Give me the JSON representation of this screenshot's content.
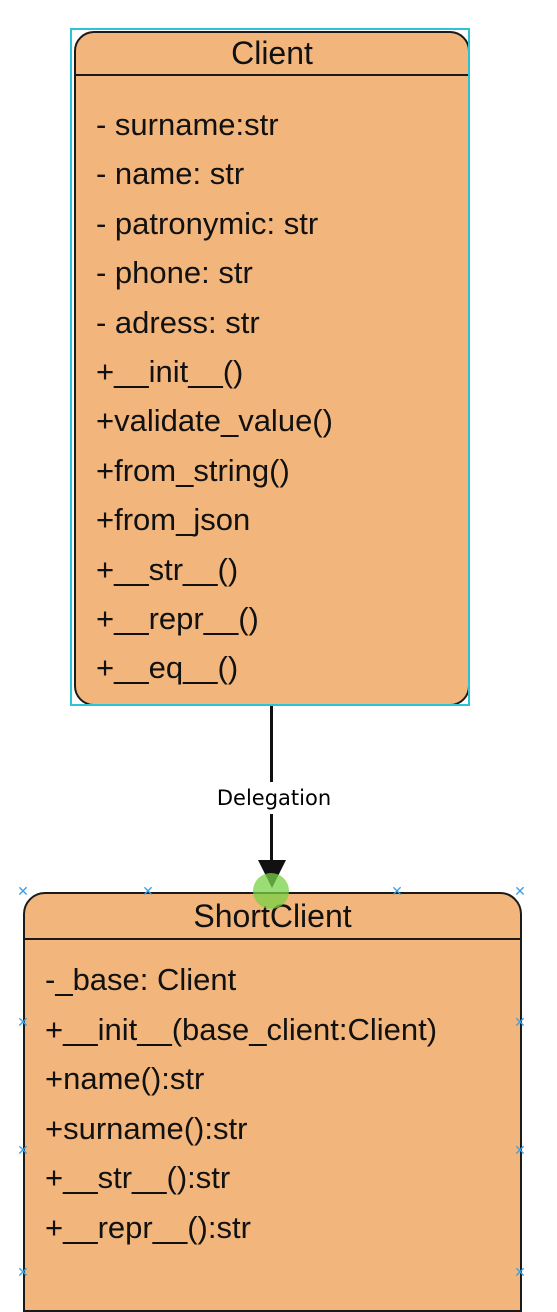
{
  "classes": {
    "client": {
      "title": "Client",
      "members": [
        "- surname:str",
        "- name: str",
        "- patronymic: str",
        "- phone: str",
        "- adress: str",
        "+__init__()",
        "+validate_value()",
        "+from_string()",
        "+from_json",
        "+__str__()",
        "+__repr__()",
        "+__eq__()"
      ]
    },
    "short_client": {
      "title": "ShortClient",
      "members": [
        "-_base: Client",
        "+__init__(base_client:Client)",
        "+name():str",
        "+surname():str",
        "+__str__():str",
        "+__repr__():str"
      ]
    }
  },
  "relationship": {
    "label": "Delegation",
    "from": "Client",
    "to": "ShortClient"
  },
  "colors": {
    "class_fill": "#f2b57b",
    "border": "#1a1a1a",
    "selection": "#2bc4d4",
    "connection_point": "#78d246",
    "handles": "#3aa0e0"
  },
  "icons": {
    "resize_handle": "x-mark"
  }
}
